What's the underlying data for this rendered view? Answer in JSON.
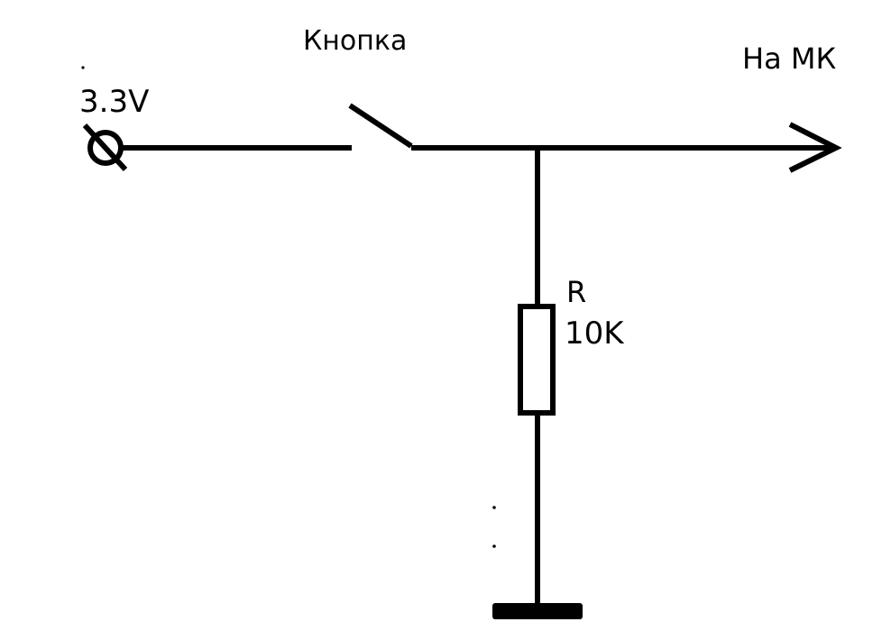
{
  "labels": {
    "supply_voltage": "3.3V",
    "button": "Кнопка",
    "output": "На МК",
    "resistor_name": "R",
    "resistor_value": "10K"
  },
  "colors": {
    "ink": "#000000",
    "background": "#ffffff"
  }
}
